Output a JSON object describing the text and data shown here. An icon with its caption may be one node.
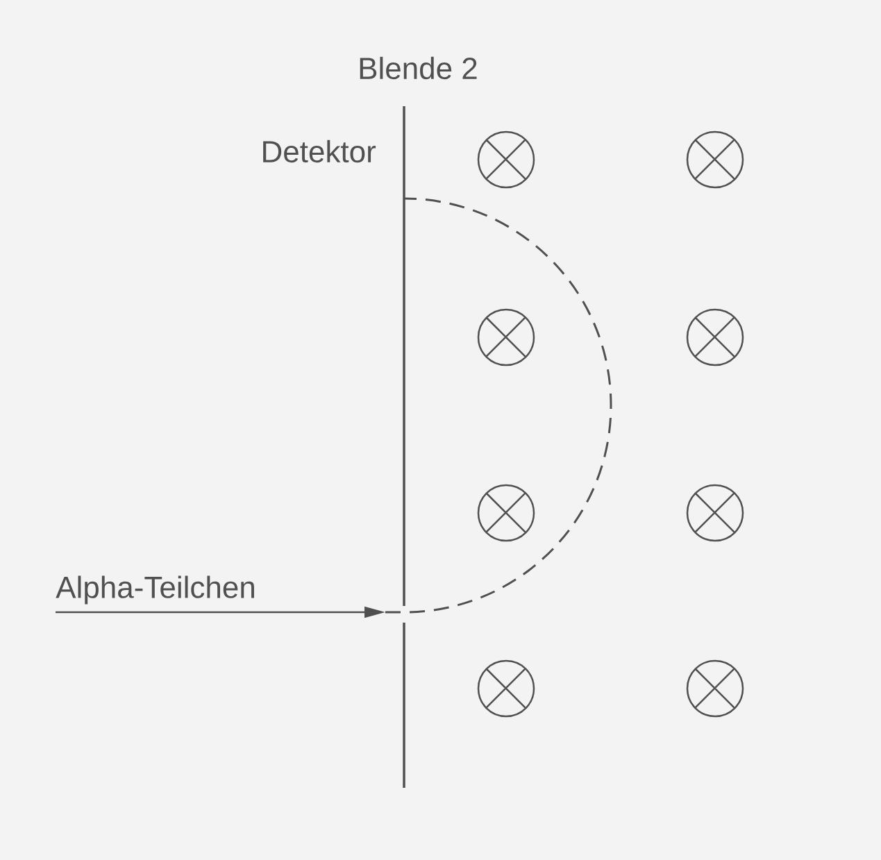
{
  "diagram": {
    "labels": [
      "Blende 2",
      "Detektor",
      "Alpha-Teilchen"
    ]
  }
}
